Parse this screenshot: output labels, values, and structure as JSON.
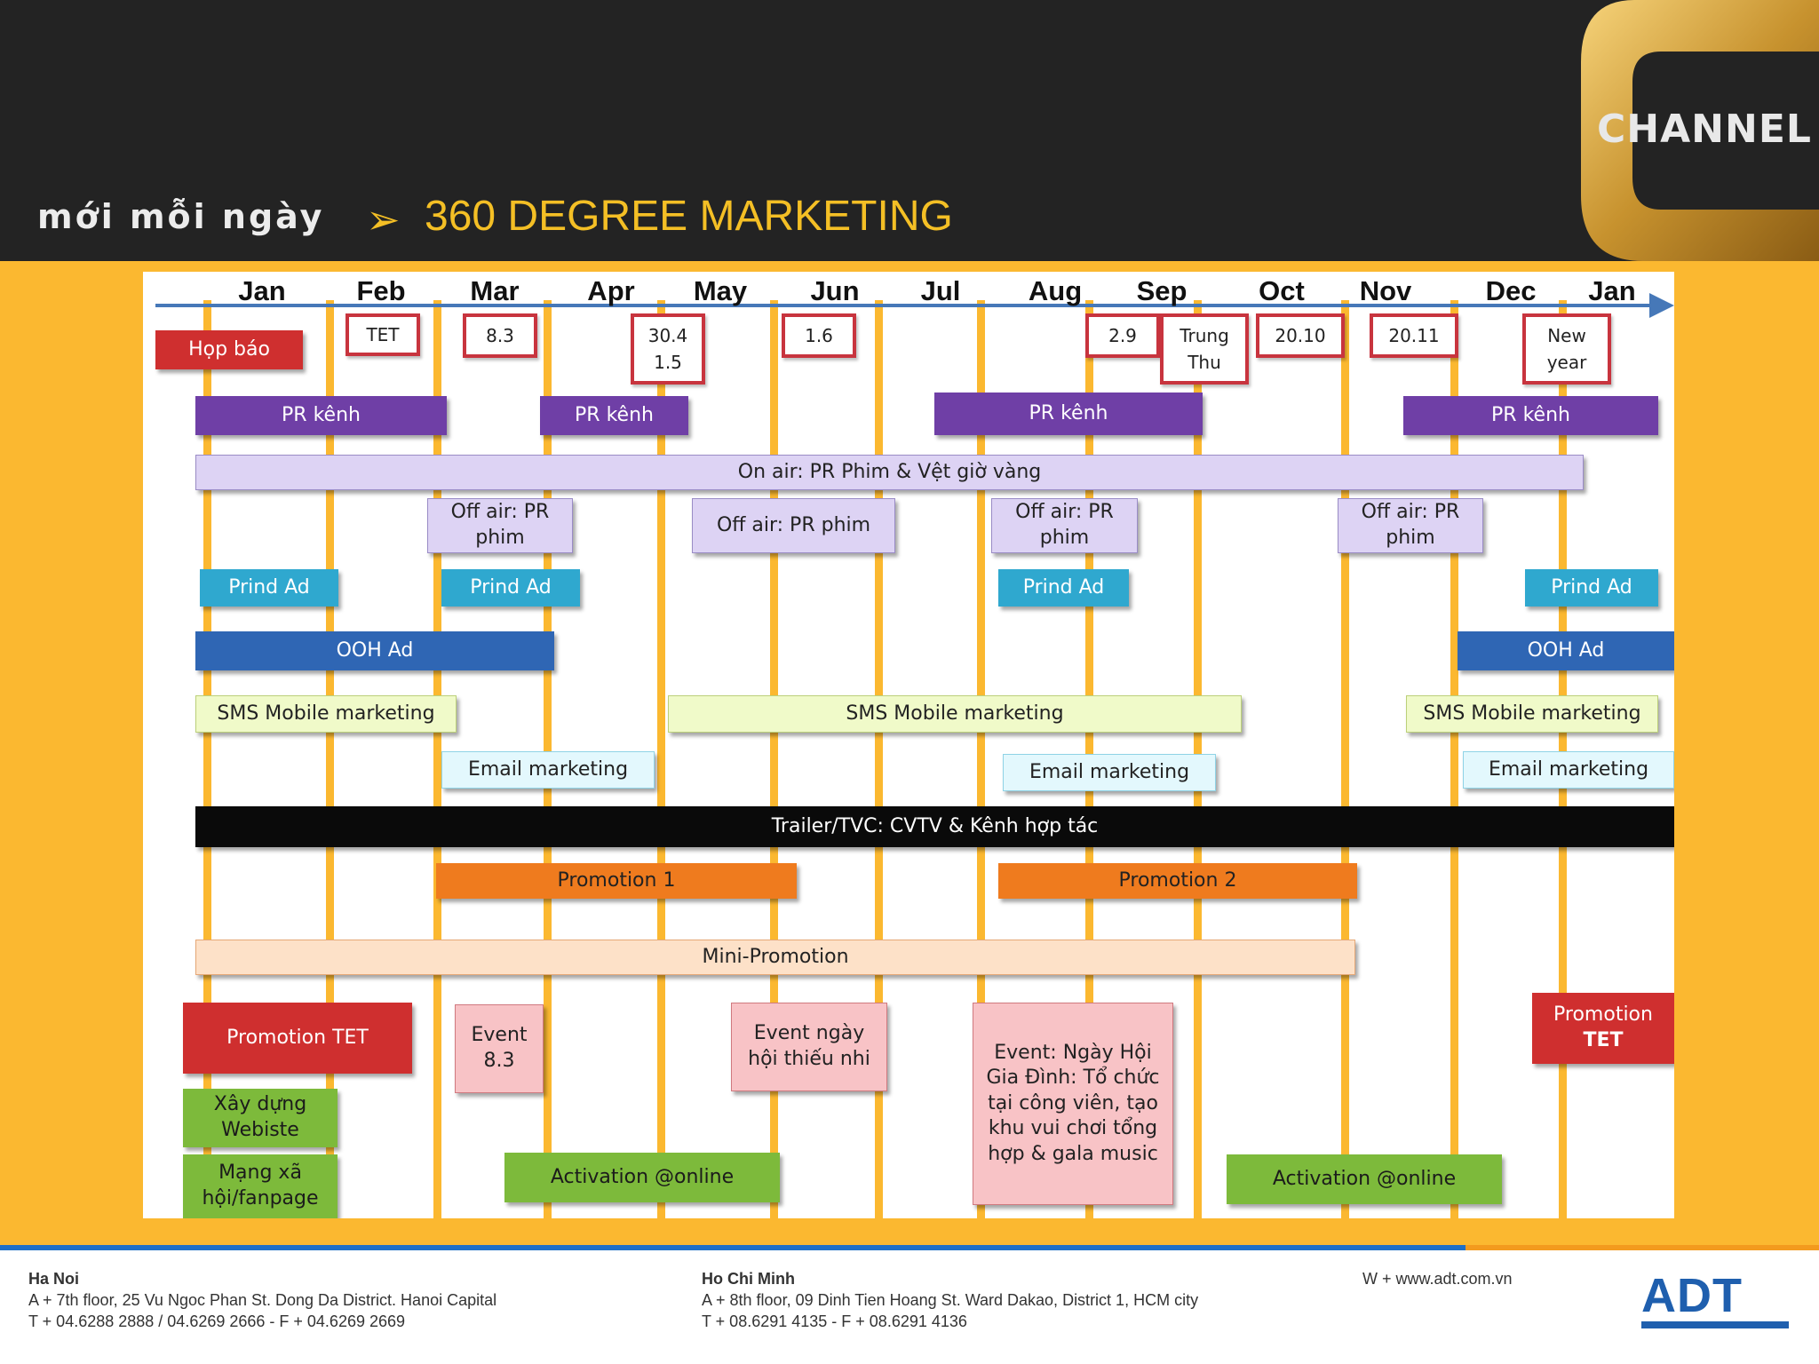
{
  "header": {
    "brand": "mới mỗi ngày",
    "title": "360 DEGREE MARKETING",
    "logo": "CHANNEL",
    "arrow_icon": "arrow-right-icon"
  },
  "months": [
    "Jan",
    "Feb",
    "Mar",
    "Apr",
    "May",
    "Jun",
    "Jul",
    "Aug",
    "Sep",
    "Oct",
    "Nov",
    "Dec",
    "Jan"
  ],
  "dates": {
    "tet": "TET",
    "d83": "8.3",
    "d304": "30.4",
    "d15": "1.5",
    "d16": "1.6",
    "d29": "2.9",
    "trung": "Trung",
    "thu": "Thu",
    "d2010": "20.10",
    "d2011": "20.11",
    "new": "New",
    "year": "year"
  },
  "rows": {
    "hop_bao": "Họp báo",
    "pr_kenh": "PR kênh",
    "on_air": "On air:  PR Phim & Vệt giờ vàng",
    "off_air_pr": "Off air: PR",
    "phim": "phim",
    "off_air_pr_phim": "Off air: PR phim",
    "prind_ad": "Prind  Ad",
    "ooh_ad": "OOH Ad",
    "sms": "SMS Mobile marketing",
    "email": "Email marketing",
    "trailer": "Trailer/TVC: CVTV & Kênh hợp tác",
    "promotion1": "Promotion 1",
    "promotion2": "Promotion 2",
    "mini_promotion": "Mini-Promotion",
    "promotion_tet": "Promotion TET",
    "promotion": "Promotion",
    "tet": "TET",
    "event": "Event",
    "event_83": "8.3",
    "event_ngay": "Event ngày",
    "hoi_thieu_nhi": "hội thiếu nhi",
    "event_gia_dinh": "Event: Ngày Hội Gia Đình: Tổ chức tại công viên, tạo khu vui chơi tổng hợp & gala music",
    "xay_dung": "Xây dựng",
    "webiste": "Webiste",
    "mang_xa": "Mạng xã",
    "hoi_fanpage": "hội/fanpage",
    "activation": "Activation @online"
  },
  "footer": {
    "hanoi_title": "Ha Noi",
    "hanoi_addr": "A + 7th floor, 25 Vu Ngoc Phan St. Dong Da District. Hanoi Capital",
    "hanoi_tel": "T + 04.6288 2888 / 04.6269 2666 - F + 04.6269 2669",
    "hcm_title": "Ho Chi Minh",
    "hcm_addr": "A + 8th floor, 09 Dinh Tien Hoang St. Ward Dakao, District 1, HCM city",
    "hcm_tel": "T + 08.6291 4135 - F + 08.6291 4136",
    "web": "W + www.adt.com.vn",
    "logo": "ADT"
  },
  "colors": {
    "background": "#fbb830",
    "header": "#232323",
    "title": "#f4bf25",
    "axis": "#4678b8"
  }
}
